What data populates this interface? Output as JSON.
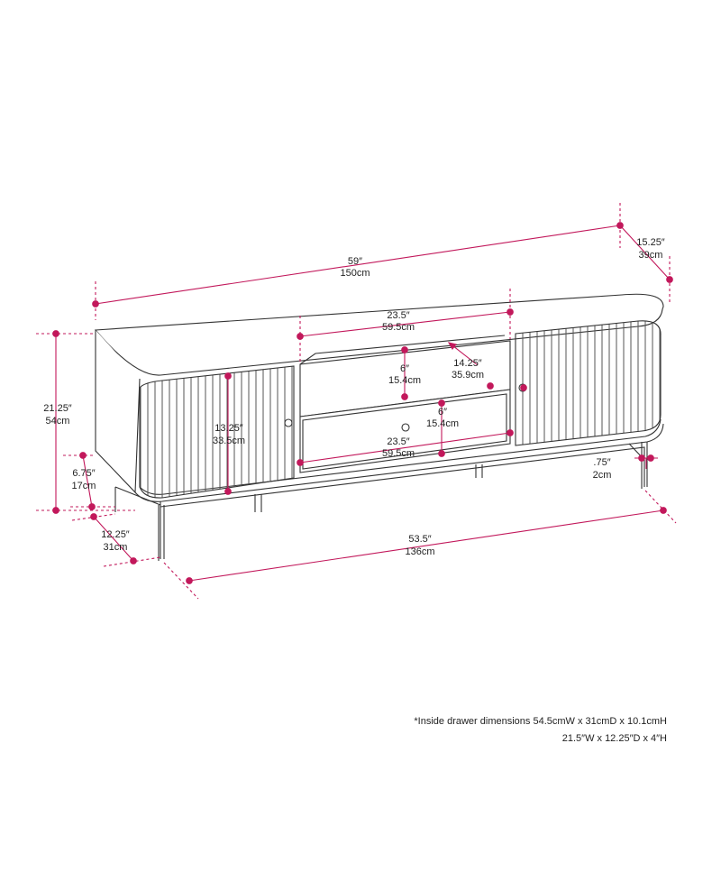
{
  "colors": {
    "dimension": "#c2185b",
    "outline": "#333333"
  },
  "dimensions": {
    "overall_width": {
      "imperial": "59″",
      "metric": "150cm"
    },
    "overall_depth": {
      "imperial": "15.25″",
      "metric": "39cm"
    },
    "overall_height": {
      "imperial": "21.25″",
      "metric": "54cm"
    },
    "leg_height": {
      "imperial": "6.75″",
      "metric": "17cm"
    },
    "base_depth": {
      "imperial": "12.25″",
      "metric": "31cm"
    },
    "base_width": {
      "imperial": "53.5″",
      "metric": "136cm"
    },
    "leg_width": {
      "imperial": ".75″",
      "metric": "2cm"
    },
    "door_height": {
      "imperial": "13.25″",
      "metric": "33.5cm"
    },
    "shelf_width": {
      "imperial": "23.5″",
      "metric": "59.5cm"
    },
    "shelf_height": {
      "imperial": "6″",
      "metric": "15.4cm"
    },
    "shelf_depth": {
      "imperial": "14.25″",
      "metric": "35.9cm"
    },
    "drawer_height": {
      "imperial": "6″",
      "metric": "15.4cm"
    },
    "drawer_width": {
      "imperial": "23.5″",
      "metric": "59.5cm"
    }
  },
  "notes": {
    "drawer_inside_metric": "*Inside drawer dimensions 54.5cmW x 31cmD x 10.1cmH",
    "drawer_inside_imperial": "21.5″W x 12.25″D x 4″H"
  }
}
